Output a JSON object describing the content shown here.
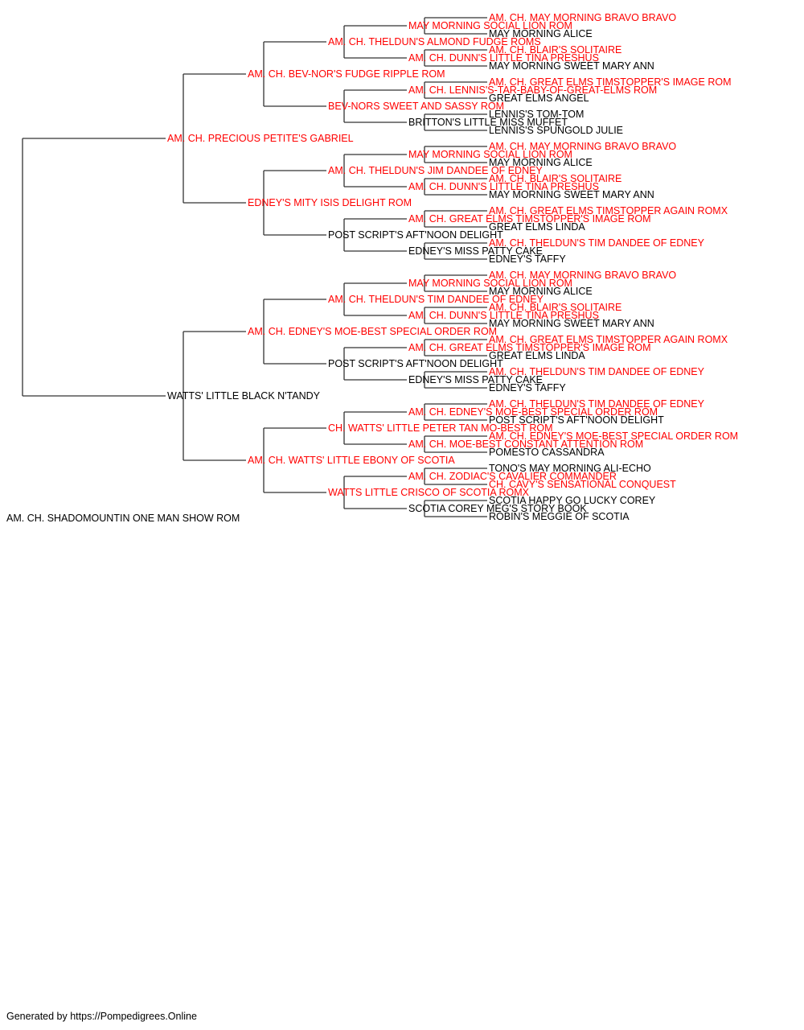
{
  "colors": {
    "champion": "#ff0000",
    "normal": "#000000",
    "line": "#333333"
  },
  "root": "AM. CH. SHADOMOUNTIN ONE MAN SHOW ROM",
  "generations": [
    [
      {
        "name": "AM. CH. PRECIOUS PETITE'S GABRIEL",
        "red": true
      },
      {
        "name": "WATTS' LITTLE BLACK N'TANDY",
        "red": false
      }
    ],
    [
      {
        "name": "AM. CH. BEV-NOR'S FUDGE RIPPLE ROM",
        "red": true
      },
      {
        "name": "EDNEY'S MITY ISIS DELIGHT ROM",
        "red": true
      },
      {
        "name": "AM. CH. EDNEY'S MOE-BEST SPECIAL ORDER ROM",
        "red": true
      },
      {
        "name": "AM. CH. WATTS' LITTLE EBONY OF SCOTIA",
        "red": true
      }
    ],
    [
      {
        "name": "AM. CH. THELDUN'S ALMOND FUDGE ROMS",
        "red": true
      },
      {
        "name": "BEV-NORS SWEET AND SASSY ROM",
        "red": true
      },
      {
        "name": "AM. CH. THELDUN'S JIM DANDEE OF EDNEY",
        "red": true
      },
      {
        "name": "POST SCRIPT'S AFT'NOON DELIGHT",
        "red": false
      },
      {
        "name": "AM. CH. THELDUN'S TIM DANDEE OF EDNEY",
        "red": true
      },
      {
        "name": "POST SCRIPT'S AFT'NOON DELIGHT",
        "red": false
      },
      {
        "name": "CH. WATTS' LITTLE PETER TAN MO-BEST ROM",
        "red": true
      },
      {
        "name": "WATTS LITTLE CRISCO OF SCOTIA ROMX",
        "red": true
      }
    ],
    [
      {
        "name": "MAY MORNING SOCIAL LION ROM",
        "red": true
      },
      {
        "name": "AM. CH. DUNN'S LITTLE TINA PRESHUS",
        "red": true
      },
      {
        "name": "AM. CH. LENNIS'S-TAR-BABY-OF-GREAT-ELMS ROM",
        "red": true
      },
      {
        "name": "BRITTON'S LITTLE MISS MUFFET",
        "red": false
      },
      {
        "name": "MAY MORNING SOCIAL LION ROM",
        "red": true
      },
      {
        "name": "AM. CH. DUNN'S LITTLE TINA PRESHUS",
        "red": true
      },
      {
        "name": "AM. CH. GREAT ELMS TIMSTOPPER'S IMAGE ROM",
        "red": true
      },
      {
        "name": "EDNEY'S MISS PATTY CAKE",
        "red": false
      },
      {
        "name": "MAY MORNING SOCIAL LION ROM",
        "red": true
      },
      {
        "name": "AM. CH. DUNN'S LITTLE TINA PRESHUS",
        "red": true
      },
      {
        "name": "AM. CH. GREAT ELMS TIMSTOPPER'S IMAGE ROM",
        "red": true
      },
      {
        "name": "EDNEY'S MISS PATTY CAKE",
        "red": false
      },
      {
        "name": "AM. CH. EDNEY'S MOE-BEST SPECIAL ORDER ROM",
        "red": true
      },
      {
        "name": "AM. CH. MOE-BEST CONSTANT ATTENTION ROM",
        "red": true
      },
      {
        "name": "AM. CH. ZODIAC'S CAVALIER COMMANDER",
        "red": true
      },
      {
        "name": "SCOTIA COREY MEG'S STORY BOOK",
        "red": false
      }
    ],
    [
      {
        "name": "AM. CH. MAY MORNING BRAVO BRAVO",
        "red": true
      },
      {
        "name": "MAY MORNING ALICE",
        "red": false
      },
      {
        "name": "AM. CH. BLAIR'S SOLITAIRE",
        "red": true
      },
      {
        "name": "MAY MORNING SWEET MARY ANN",
        "red": false
      },
      {
        "name": "AM. CH. GREAT ELMS TIMSTOPPER'S IMAGE ROM",
        "red": true
      },
      {
        "name": "GREAT ELMS ANGEL",
        "red": false
      },
      {
        "name": "LENNIS'S TOM-TOM",
        "red": false
      },
      {
        "name": "LENNIS'S SPUNGOLD JULIE",
        "red": false
      },
      {
        "name": "AM. CH. MAY MORNING BRAVO BRAVO",
        "red": true
      },
      {
        "name": "MAY MORNING ALICE",
        "red": false
      },
      {
        "name": "AM. CH. BLAIR'S SOLITAIRE",
        "red": true
      },
      {
        "name": "MAY MORNING SWEET MARY ANN",
        "red": false
      },
      {
        "name": "AM. CH. GREAT ELMS TIMSTOPPER AGAIN ROMX",
        "red": true
      },
      {
        "name": "GREAT ELMS LINDA",
        "red": false
      },
      {
        "name": "AM. CH. THELDUN'S TIM DANDEE OF EDNEY",
        "red": true
      },
      {
        "name": "EDNEY'S TAFFY",
        "red": false
      },
      {
        "name": "AM. CH. MAY MORNING BRAVO BRAVO",
        "red": true
      },
      {
        "name": "MAY MORNING ALICE",
        "red": false
      },
      {
        "name": "AM. CH. BLAIR'S SOLITAIRE",
        "red": true
      },
      {
        "name": "MAY MORNING SWEET MARY ANN",
        "red": false
      },
      {
        "name": "AM. CH. GREAT ELMS TIMSTOPPER AGAIN ROMX",
        "red": true
      },
      {
        "name": "GREAT ELMS LINDA",
        "red": false
      },
      {
        "name": "AM. CH. THELDUN'S TIM DANDEE OF EDNEY",
        "red": true
      },
      {
        "name": "EDNEY'S TAFFY",
        "red": false
      },
      {
        "name": "AM. CH. THELDUN'S TIM DANDEE OF EDNEY",
        "red": true
      },
      {
        "name": "POST SCRIPT'S AFT'NOON DELIGHT",
        "red": false
      },
      {
        "name": "AM. CH. EDNEY'S MOE-BEST SPECIAL ORDER ROM",
        "red": true
      },
      {
        "name": "POMESTO CASSANDRA",
        "red": false
      },
      {
        "name": "TONO'S MAY MORNING ALI-ECHO",
        "red": false
      },
      {
        "name": "CH. CAVY'S SENSATIONAL CONQUEST",
        "red": true
      },
      {
        "name": "SCOTIA HAPPY GO LUCKY COREY",
        "red": false
      },
      {
        "name": "ROBIN'S MEGGIE OF SCOTIA",
        "red": false
      }
    ]
  ],
  "footer": "Generated by https://Pompedigrees.Online"
}
